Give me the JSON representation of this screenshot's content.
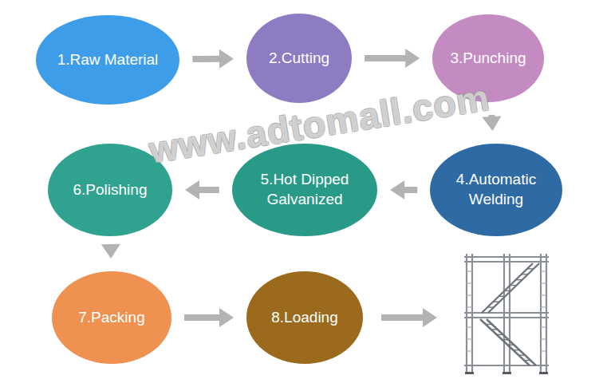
{
  "diagram": {
    "nodes": [
      {
        "text": [
          "1.Raw Material"
        ]
      },
      {
        "text": [
          "2.Cutting"
        ]
      },
      {
        "text": [
          "3.Punching"
        ]
      },
      {
        "text": [
          "4.Automatic Welding"
        ]
      },
      {
        "text": [
          "5.Hot Dipped Galvanized"
        ]
      },
      {
        "text": [
          "6.Polishing"
        ]
      },
      {
        "text": [
          "7.Packing"
        ]
      },
      {
        "text": [
          "8.Loading"
        ]
      }
    ],
    "edges": [
      {
        "from": 0,
        "to": 1,
        "arrow": "to"
      },
      {
        "from": 1,
        "to": 2,
        "arrow": "to"
      },
      {
        "from": 2,
        "to": 3,
        "arrow": "to"
      },
      {
        "from": 3,
        "to": 4,
        "arrow": "to"
      },
      {
        "from": 4,
        "to": 5,
        "arrow": "to"
      },
      {
        "from": 5,
        "to": 6,
        "arrow": "to"
      },
      {
        "from": 6,
        "to": 7,
        "arrow": "to"
      }
    ],
    "labels": [
      "www.adtomall.com"
    ]
  }
}
